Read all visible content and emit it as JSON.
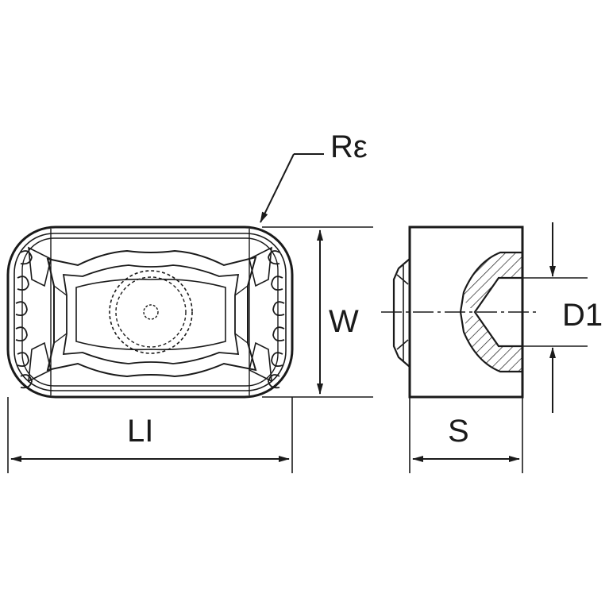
{
  "labels": {
    "corner_radius": "Rε",
    "width": "W",
    "length": "LI",
    "thickness": "S",
    "hole_diameter": "D1"
  },
  "colors": {
    "line": "#1a1a1a",
    "background": "#ffffff"
  }
}
